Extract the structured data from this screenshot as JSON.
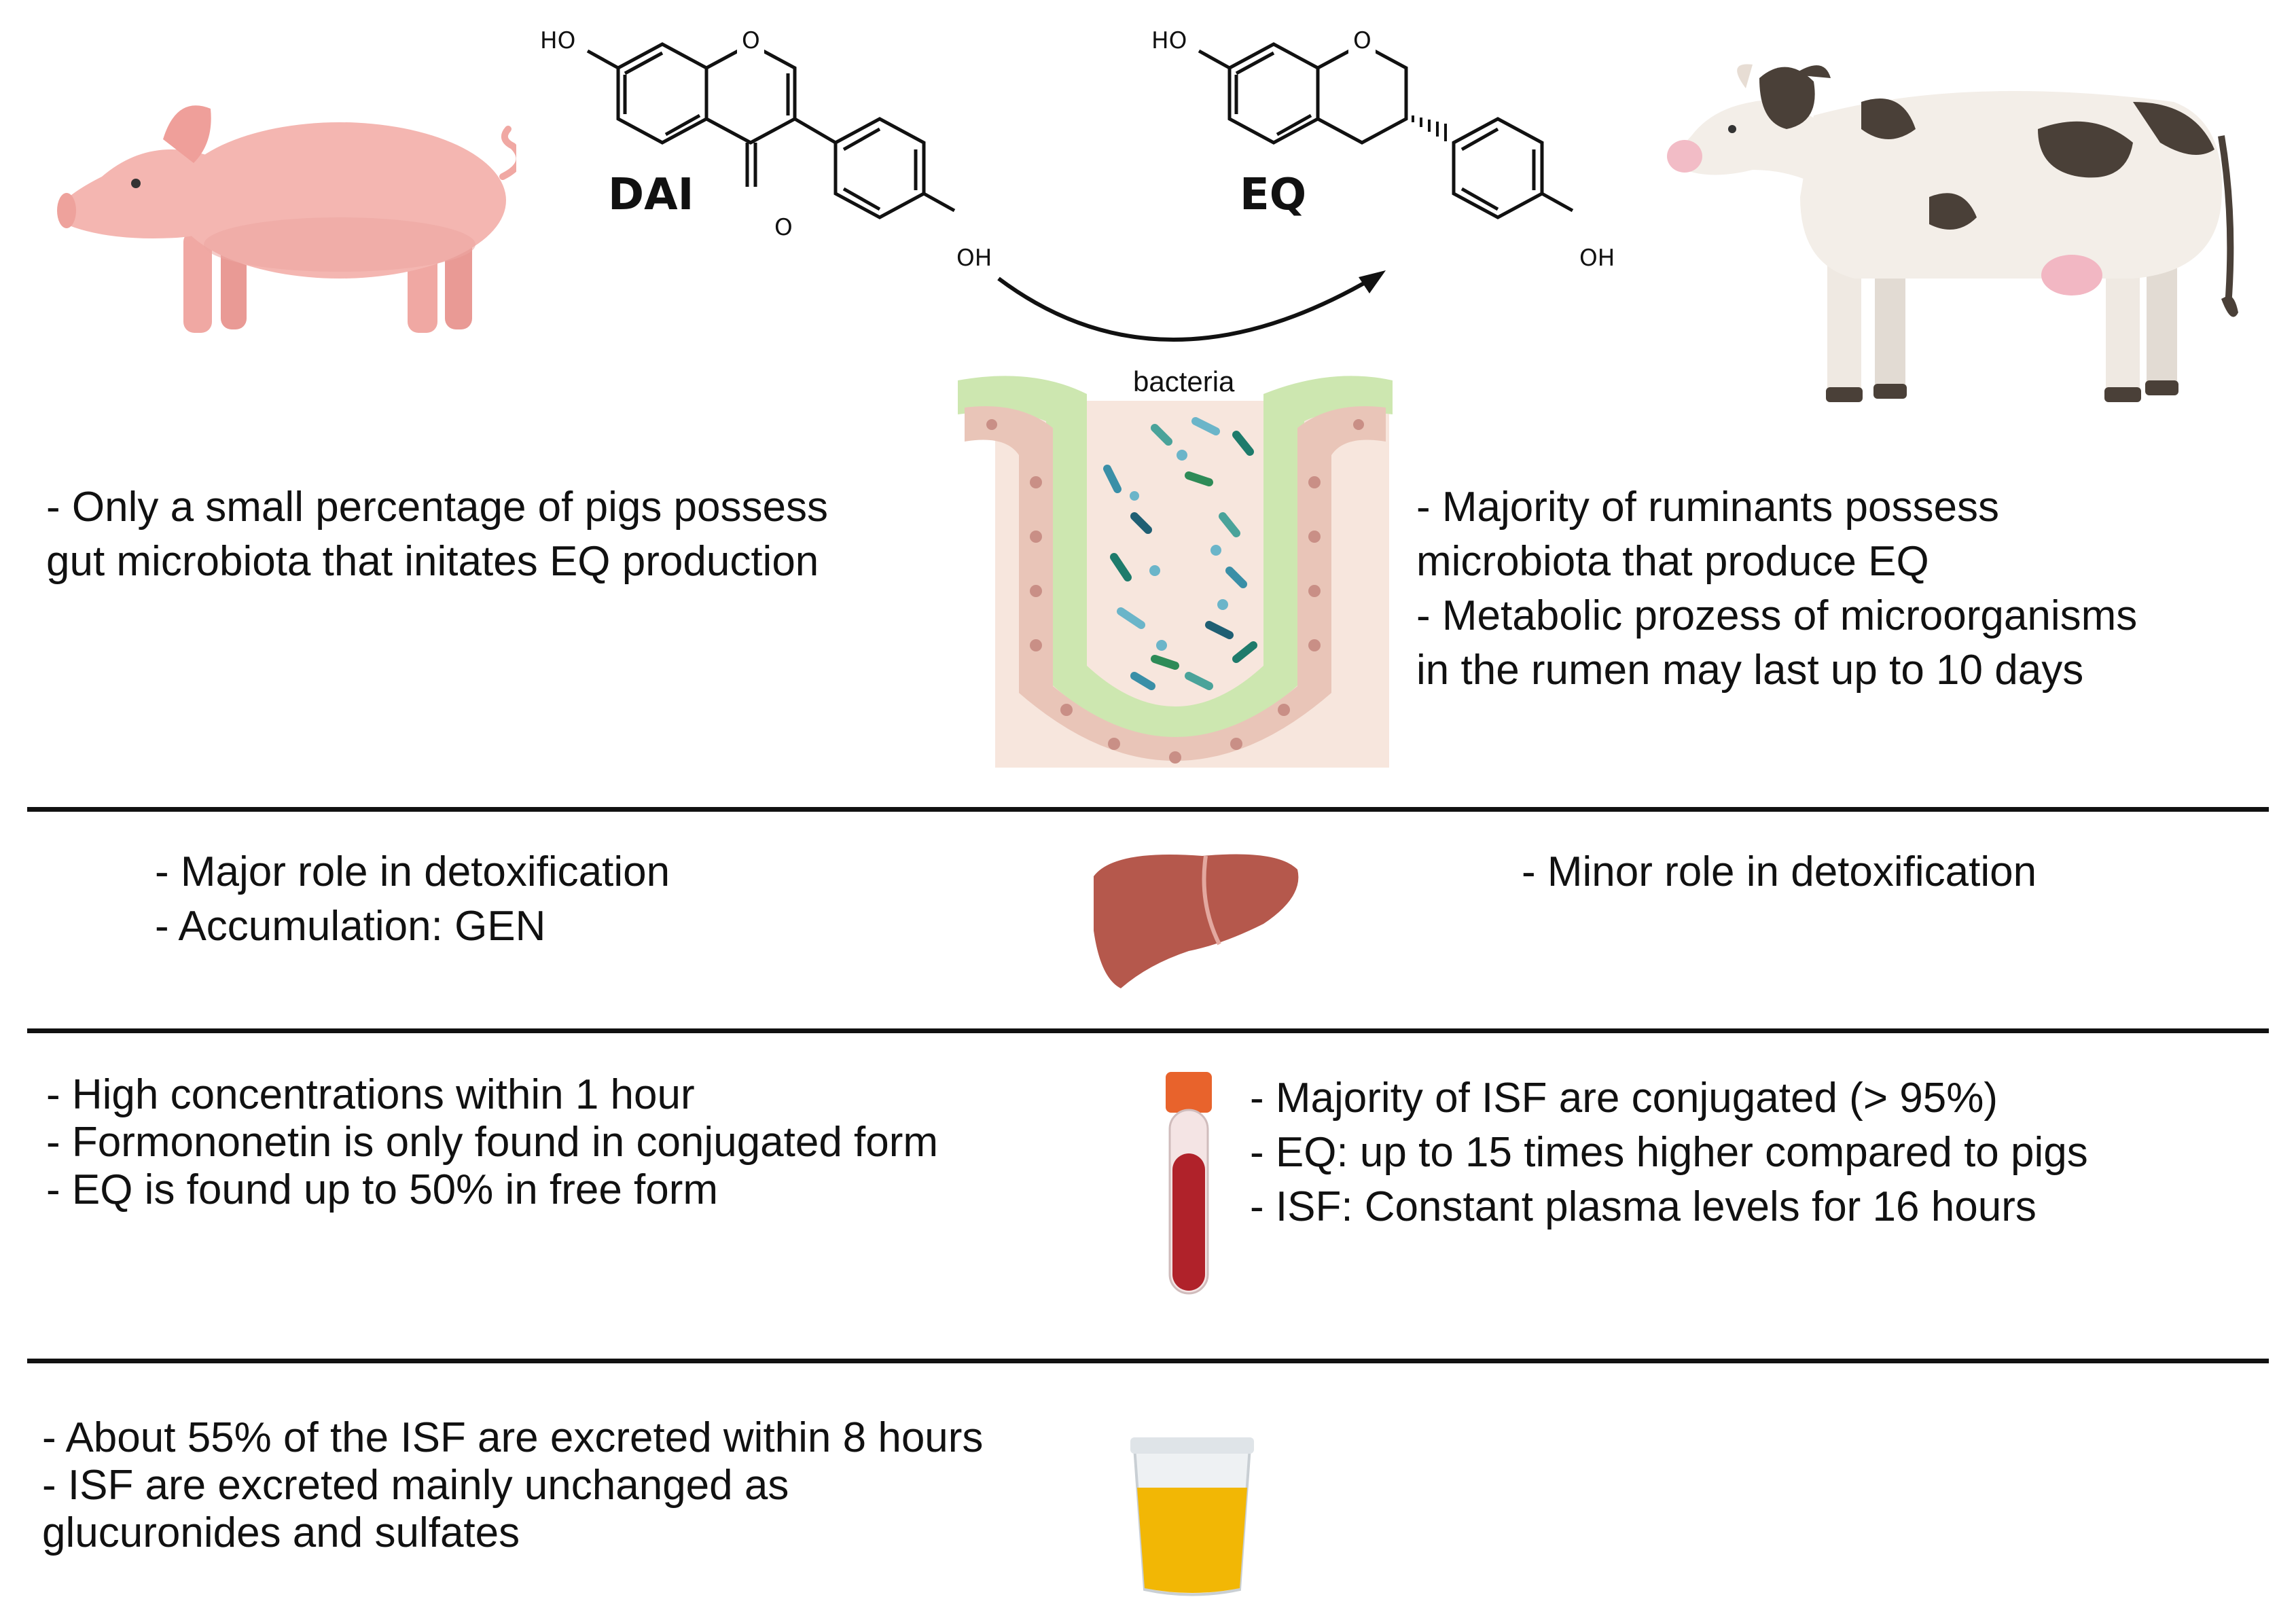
{
  "molecules": {
    "dai": {
      "label": "DAI",
      "ho": "HO",
      "o_ring": "O",
      "o_keto": "O",
      "oh": "OH"
    },
    "eq": {
      "label": "EQ",
      "ho": "HO",
      "o_ring": "O",
      "oh": "OH"
    }
  },
  "gut": {
    "bacteria_label": "bacteria"
  },
  "sections": {
    "microbiota": {
      "pig": [
        "- Only a small percentage of pigs possess",
        "gut microbiota that initates EQ production"
      ],
      "ruminant": [
        "- Majority of ruminants possess",
        "microbiota that produce EQ",
        "-  Metabolic prozess of microorganisms",
        "in the rumen may last up to 10 days"
      ]
    },
    "liver": {
      "pig": [
        "- Major role in detoxification",
        "- Accumulation: GEN"
      ],
      "ruminant": [
        "- Minor role in detoxification"
      ]
    },
    "blood": {
      "pig": [
        "- High concentrations within 1 hour",
        "- Formononetin is only found in conjugated form",
        "- EQ is found up to 50% in free form"
      ],
      "ruminant": [
        "- Majority of ISF are conjugated (> 95%)",
        "- EQ: up to 15 times higher compared to pigs",
        "- ISF: Constant plasma levels for 16 hours"
      ]
    },
    "excretion": {
      "pig": [
        "- About 55% of the ISF are excreted within 8 hours",
        "- ISF are excreted mainly unchanged as",
        "glucuronides and sulfates"
      ]
    }
  },
  "colors": {
    "pig": "#f4b6b1",
    "cow_spots": "#4a4038",
    "liver": "#b5584c",
    "blood": "#b0222a",
    "tube_cap": "#e8632c",
    "urine": "#f2b705",
    "gut_tissue": "#f4dfd6",
    "mucus": "#cde7b0"
  }
}
